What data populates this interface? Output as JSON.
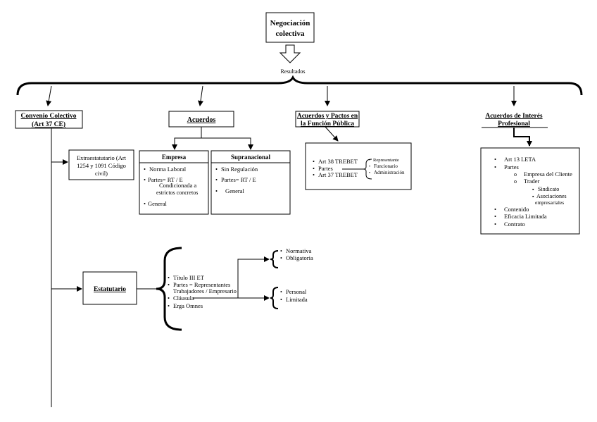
{
  "root": {
    "line1": "Negociación",
    "line2": "colectiva"
  },
  "resultados": "Resultados",
  "categories": {
    "convenio": {
      "line1": "Convenio Colectivo",
      "line2": "(Art 37 CE)"
    },
    "acuerdos": "Acuerdos",
    "funcion_publica": {
      "line1": "Acuerdos y Pactos en",
      "line2": "la Función Pública"
    },
    "interes_profesional": {
      "line1": "Acuerdos de Interés",
      "line2": "Profesional"
    }
  },
  "extraestatutario": {
    "line1": "Extraestatutario (Art",
    "line2": "1254 y 1091 Código",
    "line3": "civil)"
  },
  "empresa": {
    "title": "Empresa",
    "items": [
      "Norma Laboral",
      "Partes= RT / E",
      "Condicionada a",
      "estrictos concretos",
      "General"
    ]
  },
  "supranacional": {
    "title": "Supranacional",
    "items": [
      "Sin Regulación",
      "Partes= RT / E",
      "General"
    ]
  },
  "funcion_publica_box": {
    "items": [
      "Art 38 TREBET",
      "Partes",
      "Art 37 TREBET"
    ],
    "brace_items": [
      "Representante",
      "Funcionario",
      "Administración"
    ]
  },
  "interes_box": {
    "items": [
      "Art 13 LETA",
      "Partes",
      "Empresa del Cliente",
      "Trader",
      "Sindicato",
      "Asociaciones",
      "empresariales",
      "Contenido",
      "Eficacia Limitada",
      "Contrato"
    ]
  },
  "estatutario": {
    "title": "Estatutario",
    "items": [
      "Título III ET",
      "Partes = Representantes",
      "Trabajadores / Empresario",
      "Cláusula",
      "Erga Omnes"
    ]
  },
  "clausula_group1": [
    "Normativa",
    "Obligatoria"
  ],
  "clausula_group2": [
    "Personal",
    "Limitada"
  ],
  "colors": {
    "line": "#000000",
    "background": "#ffffff"
  }
}
